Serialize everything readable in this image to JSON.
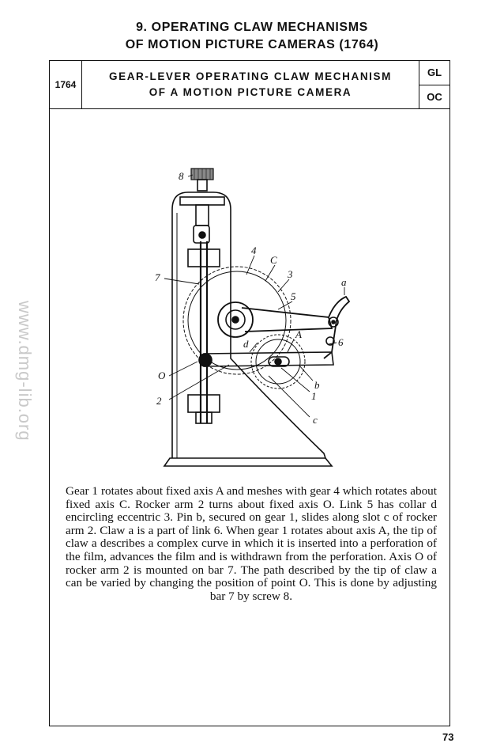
{
  "watermark": "www.dmg-lib.org",
  "section": {
    "title_line1": "9. OPERATING CLAW MECHANISMS",
    "title_line2": "OF MOTION PICTURE CAMERAS (1764)"
  },
  "header": {
    "number": "1764",
    "title_line1": "GEAR-LEVER OPERATING CLAW MECHANISM",
    "title_line2": "OF A MOTION PICTURE CAMERA",
    "class_top": "GL",
    "class_bottom": "OC"
  },
  "figure": {
    "labels": {
      "screw": "8",
      "bar": "7",
      "gear4": "4",
      "axis_c": "C",
      "eccentric": "3",
      "link": "5",
      "claw": "a",
      "collar": "d",
      "axis_a": "A",
      "link6": "6",
      "pin": "b",
      "axis_o": "O",
      "rocker": "2",
      "gear1": "1",
      "slot": "c"
    }
  },
  "description": "Gear 1 rotates about fixed axis A and meshes with gear 4 which rotates about fixed axis C. Rocker arm 2 turns about fixed axis O. Link 5 has collar d encircling eccentric 3. Pin b, secured on gear 1, slides along slot c of rocker arm 2. Claw a is a part of link 6. When gear 1 rotates about axis A, the tip of claw a describes a complex curve in which it is inserted into a perforation of the film, advances the film and is withdrawn from the perforation. Axis O of rocker arm 2 is mounted on bar 7. The path described by the tip of claw a can be varied by changing the position of point O. This is done by adjusting bar 7 by screw 8.",
  "page_number": "73"
}
